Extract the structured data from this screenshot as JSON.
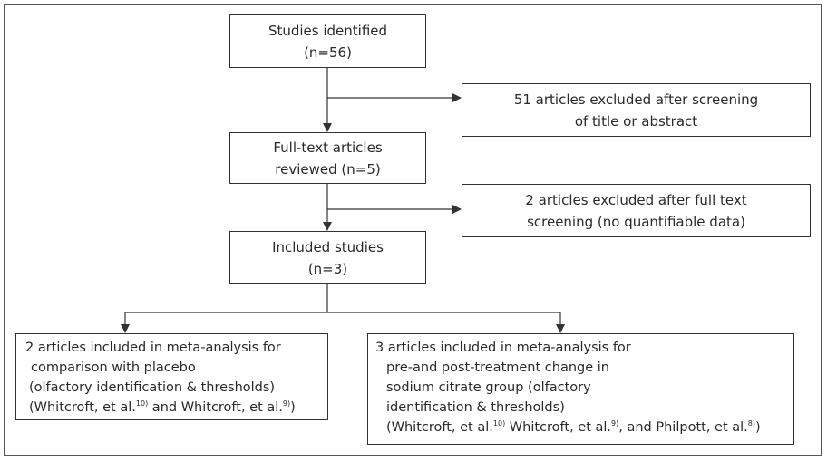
{
  "stages": {
    "identified": {
      "line1": "Studies identified",
      "line2": "(n=56)"
    },
    "excluded_screening": {
      "line1": "51 articles excluded after screening",
      "line2": "of title or abstract"
    },
    "fulltext": {
      "line1": "Full-text articles",
      "line2": "reviewed (n=5)"
    },
    "excluded_fulltext": {
      "line1": "2 articles excluded after full text",
      "line2": "screening (no quantifiable data)"
    },
    "included": {
      "line1": "Included studies",
      "line2": "(n=3)"
    }
  },
  "left_box": {
    "line1": "2 articles included in meta-analysis for",
    "line2": "comparison with placebo",
    "line3": "(olfactory identification & thresholds)",
    "cite_a": "(Whitcroft, et al.",
    "ref_a": "10)",
    "cite_b": " and Whitcroft, et al.",
    "ref_b": "9)",
    "cite_end": ")"
  },
  "right_box": {
    "line1": "3 articles included in meta-analysis for",
    "line2": "pre-and post-treatment change in",
    "line3": "sodium citrate group (olfactory",
    "line4": "identification & thresholds)",
    "cite_a": "(Whitcroft, et al.",
    "ref_a": "10)",
    "cite_b": " Whitcroft, et al.",
    "ref_b": "9)",
    "cite_c": ", and Philpott, et al.",
    "ref_c": "8)",
    "cite_end": ")"
  }
}
